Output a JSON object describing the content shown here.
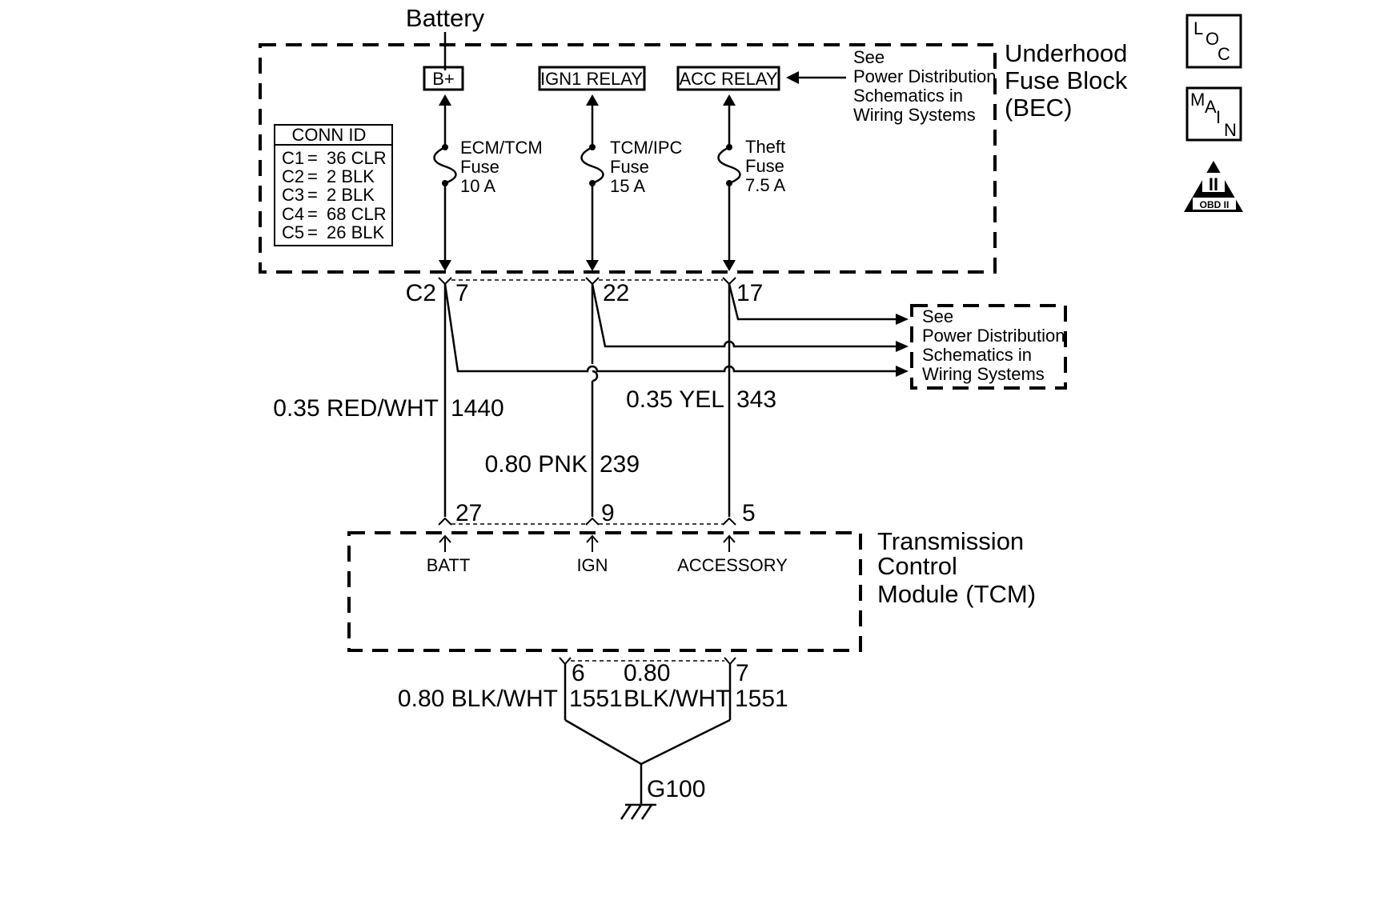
{
  "battery": "Battery",
  "fuse_block": {
    "title_lines": [
      "Underhood",
      "Fuse Block",
      "(BEC)"
    ],
    "source_bplus": "B+",
    "source_ign1": "IGN1 RELAY",
    "source_acc": "ACC RELAY",
    "see_note": [
      "See",
      "Power Distribution",
      "Schematics in",
      "Wiring Systems"
    ],
    "conn_id_header": "CONN ID",
    "conn_ids": [
      {
        "id": "C1",
        "eq": "=",
        "val": "36 CLR"
      },
      {
        "id": "C2",
        "eq": "=",
        "val": "2 BLK"
      },
      {
        "id": "C3",
        "eq": "=",
        "val": "2 BLK"
      },
      {
        "id": "C4",
        "eq": "=",
        "val": "68 CLR"
      },
      {
        "id": "C5",
        "eq": "=",
        "val": "26 BLK"
      }
    ],
    "fuses": [
      {
        "name": "ECM/TCM",
        "type": "Fuse",
        "rating": "10 A"
      },
      {
        "name": "TCM/IPC",
        "type": "Fuse",
        "rating": "15 A"
      },
      {
        "name": "Theft",
        "type": "Fuse",
        "rating": "7.5 A"
      }
    ],
    "connector": "C2",
    "pins": [
      "7",
      "22",
      "17"
    ]
  },
  "power_dist_note": [
    "See",
    "Power Distribution",
    "Schematics in",
    "Wiring Systems"
  ],
  "circuits": [
    {
      "size_color": "0.35 RED/WHT",
      "number": "1440"
    },
    {
      "size_color": "0.80 PNK",
      "number": "239"
    },
    {
      "size_color": "0.35 YEL",
      "number": "343"
    }
  ],
  "tcm": {
    "title_lines": [
      "Transmission",
      "Control",
      "Module (TCM)"
    ],
    "pins_top": [
      "27",
      "9",
      "5"
    ],
    "inputs": [
      "BATT",
      "IGN",
      "ACCESSORY"
    ],
    "pins_bottom": [
      "6",
      "7"
    ]
  },
  "ground_circuits": {
    "left_size_color": "0.80 BLK/WHT",
    "left_number": "1551",
    "right_size": "0.80",
    "right_color": "BLK/WHT",
    "right_number": "1551"
  },
  "ground": "G100",
  "icons": {
    "loc": [
      "L",
      "O",
      "C"
    ],
    "main": [
      "M",
      "A",
      "I",
      "N"
    ],
    "obd_numeral": "II",
    "obd_label": "OBD II"
  }
}
